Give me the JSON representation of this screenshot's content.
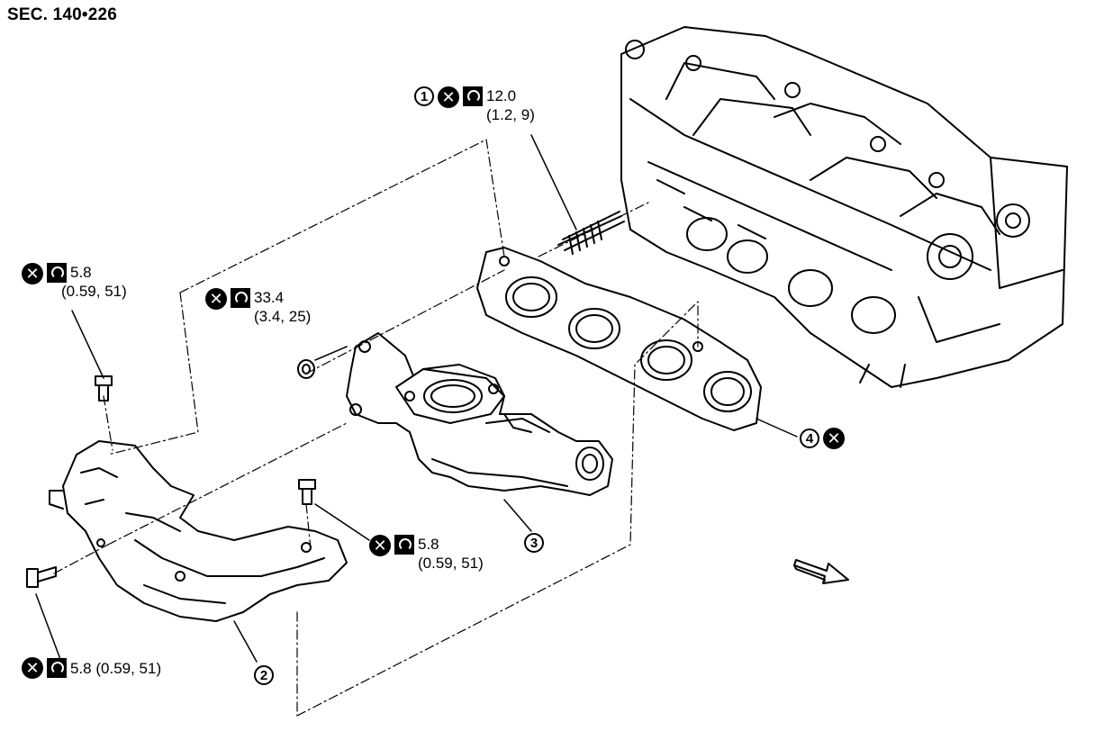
{
  "section": "SEC. 140•226",
  "callouts": {
    "stud": {
      "number": "1",
      "torque": "12.0",
      "alt": "(1.2, 9)"
    },
    "cover_upper_bolt": {
      "torque": "5.8",
      "alt": "(0.59, 51)"
    },
    "nut": {
      "torque": "33.4",
      "alt": "(3.4, 25)"
    },
    "cover_mid_bolt": {
      "torque": "5.8",
      "alt": "(0.59, 51)"
    },
    "cover_lower_bolt": {
      "torque": "5.8 (0.59, 51)"
    }
  },
  "parts": {
    "cover": "2",
    "manifold": "3",
    "gasket": "4"
  },
  "colors": {
    "line": "#000000",
    "background": "#ffffff"
  },
  "icons": [
    "do-not-reuse-icon",
    "torque-wrench-icon",
    "front-direction-arrow-icon"
  ]
}
